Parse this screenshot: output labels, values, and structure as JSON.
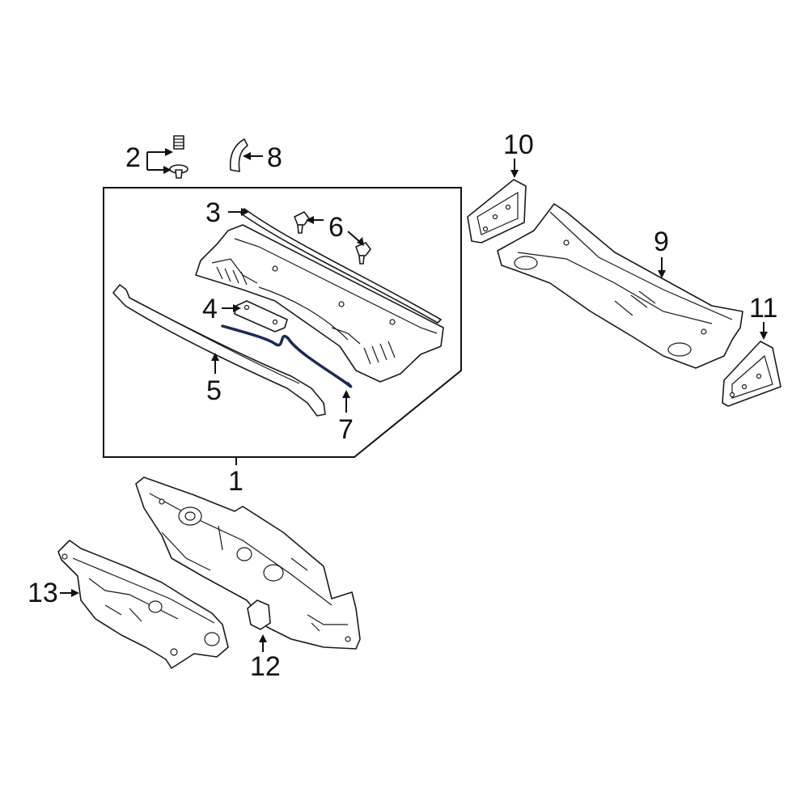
{
  "diagram": {
    "callouts": {
      "c1": "1",
      "c2": "2",
      "c3": "3",
      "c4": "4",
      "c5": "5",
      "c6": "6",
      "c7": "7",
      "c8": "8",
      "c9": "9",
      "c10": "10",
      "c11": "11",
      "c12": "12",
      "c13": "13"
    },
    "colors": {
      "line": "#1a1a1a",
      "hose": "#1b2a55",
      "background": "#ffffff"
    }
  }
}
